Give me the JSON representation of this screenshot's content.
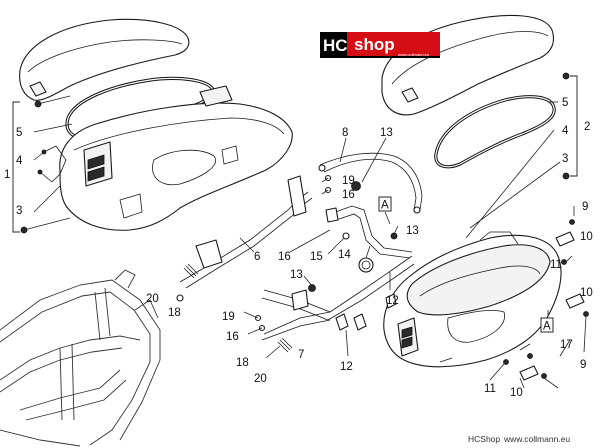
{
  "logo": {
    "hc": "HC",
    "shop": "shop",
    "url": "www.collmann.eu"
  },
  "refs": {
    "A_upper": "A",
    "A_lower": "A"
  },
  "callouts": [
    {
      "id": "left-1",
      "text": "1"
    },
    {
      "id": "left-5",
      "text": "5"
    },
    {
      "id": "left-4",
      "text": "4"
    },
    {
      "id": "left-3",
      "text": "3"
    },
    {
      "id": "right-2",
      "text": "2"
    },
    {
      "id": "right-5",
      "text": "5"
    },
    {
      "id": "right-4",
      "text": "4"
    },
    {
      "id": "right-3",
      "text": "3"
    },
    {
      "id": "c8",
      "text": "8"
    },
    {
      "id": "c13a",
      "text": "13"
    },
    {
      "id": "c19a",
      "text": "19"
    },
    {
      "id": "c16a",
      "text": "16"
    },
    {
      "id": "c6",
      "text": "6"
    },
    {
      "id": "c16b",
      "text": "16"
    },
    {
      "id": "c15",
      "text": "15"
    },
    {
      "id": "c14",
      "text": "14"
    },
    {
      "id": "c13b",
      "text": "13"
    },
    {
      "id": "c13c",
      "text": "13"
    },
    {
      "id": "c20a",
      "text": "20"
    },
    {
      "id": "c18a",
      "text": "18"
    },
    {
      "id": "c19b",
      "text": "19"
    },
    {
      "id": "c16c",
      "text": "16"
    },
    {
      "id": "c18b",
      "text": "18"
    },
    {
      "id": "c7",
      "text": "7"
    },
    {
      "id": "c20b",
      "text": "20"
    },
    {
      "id": "c12a",
      "text": "12"
    },
    {
      "id": "c12b",
      "text": "12"
    },
    {
      "id": "c9a",
      "text": "9"
    },
    {
      "id": "c10a",
      "text": "10"
    },
    {
      "id": "c11a",
      "text": "11"
    },
    {
      "id": "c10b",
      "text": "10"
    },
    {
      "id": "c17",
      "text": "17"
    },
    {
      "id": "c9b",
      "text": "9"
    },
    {
      "id": "c11b",
      "text": "11"
    },
    {
      "id": "c10c",
      "text": "10"
    }
  ],
  "footer": {
    "shop": "HCShop",
    "url": "www.collmann.eu"
  }
}
